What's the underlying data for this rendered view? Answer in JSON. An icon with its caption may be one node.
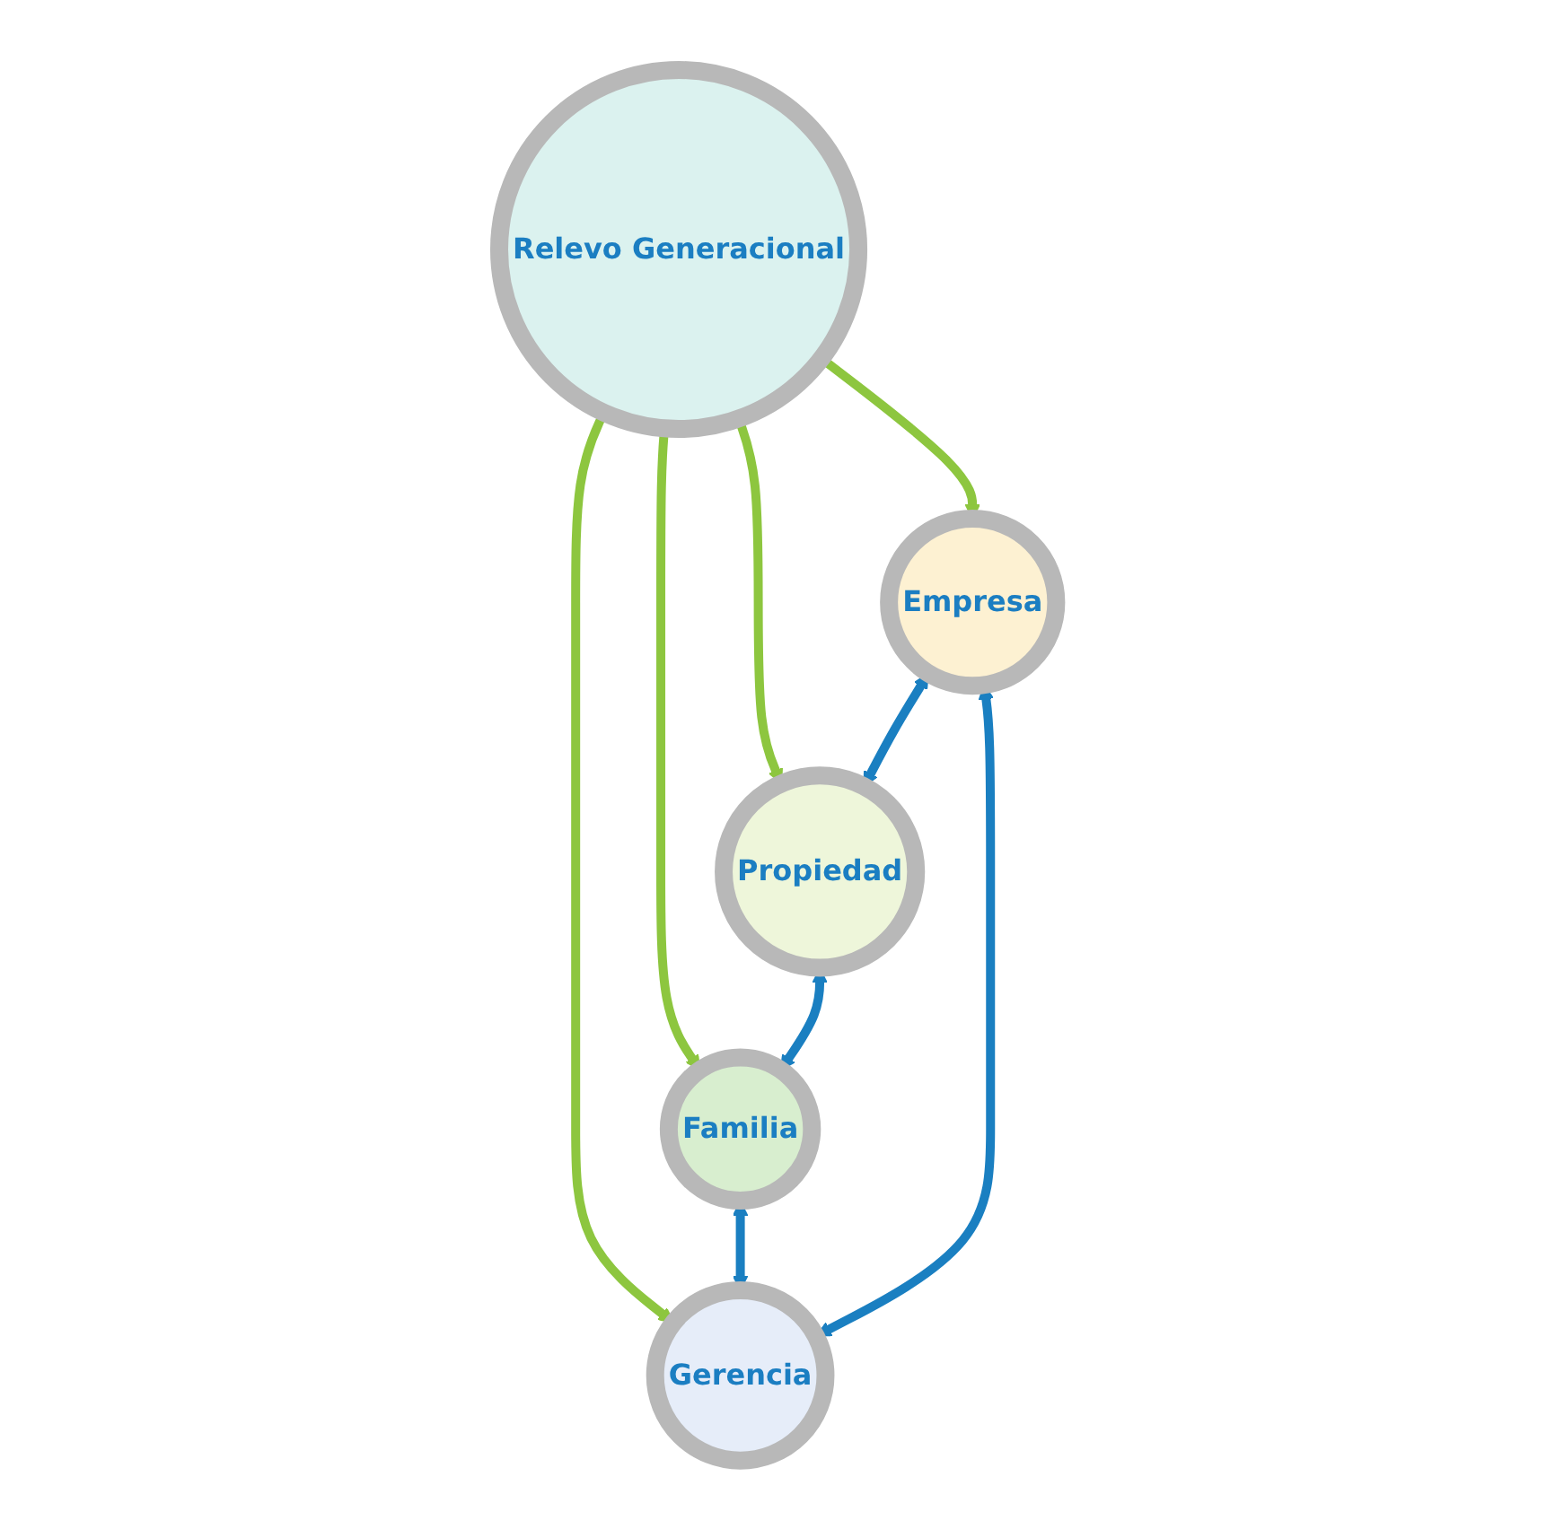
{
  "diagram": {
    "nodes": [
      {
        "text": [
          "Empresa"
        ]
      },
      {
        "text": [
          "Gerencia"
        ]
      },
      {
        "text": [
          "Relevo Generacional"
        ]
      },
      {
        "text": [
          "Propiedad"
        ]
      },
      {
        "text": [
          "Familia"
        ]
      }
    ],
    "edges": [
      {
        "from": 2,
        "to": 0,
        "arrow": "to",
        "color": "#8dc63f"
      },
      {
        "from": 2,
        "to": 1,
        "arrow": "to",
        "color": "#8dc63f"
      },
      {
        "from": 2,
        "to": 3,
        "arrow": "to",
        "color": "#8dc63f"
      },
      {
        "from": 2,
        "to": 4,
        "arrow": "to",
        "color": "#8dc63f"
      },
      {
        "from": 0,
        "to": 3,
        "arrow": "both",
        "color": "#1a7fc1"
      },
      {
        "from": 1,
        "to": 0,
        "arrow": "both",
        "color": "#1a7fc1"
      },
      {
        "from": 4,
        "to": 1,
        "arrow": "both",
        "color": "#1a7fc1"
      },
      {
        "from": 3,
        "to": 4,
        "arrow": "both",
        "color": "#1a7fc1"
      }
    ]
  }
}
